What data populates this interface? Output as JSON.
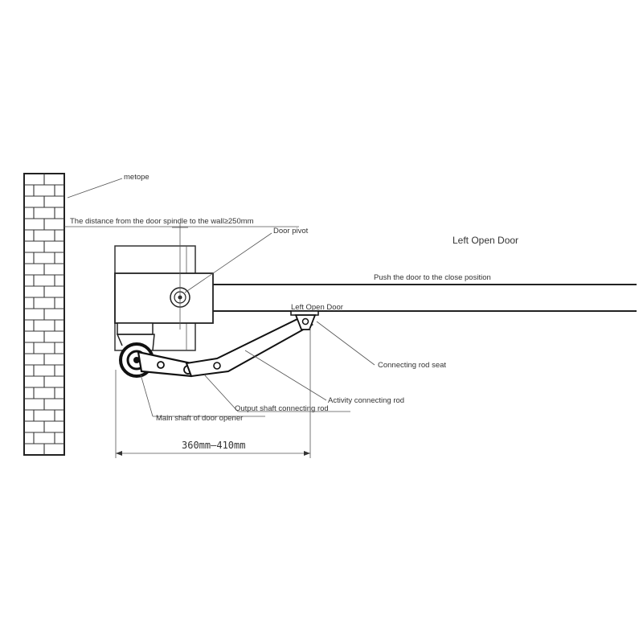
{
  "diagram": {
    "title": "Left Open Door",
    "labels": {
      "metope": "metope",
      "distance": "The distance from the door spindle to the wall≥250mm",
      "door_pivot": "Door pivot",
      "push_close": "Push the door to the close position",
      "left_open_door_small": "Left Open Door",
      "connecting_rod_seat": "Connecting rod seat",
      "activity_connecting_rod": "Activity connecting rod",
      "output_shaft_rod": "Output shaft connecting rod",
      "main_shaft": "Main shaft of door opener"
    },
    "dimension": "360mm—410mm"
  }
}
